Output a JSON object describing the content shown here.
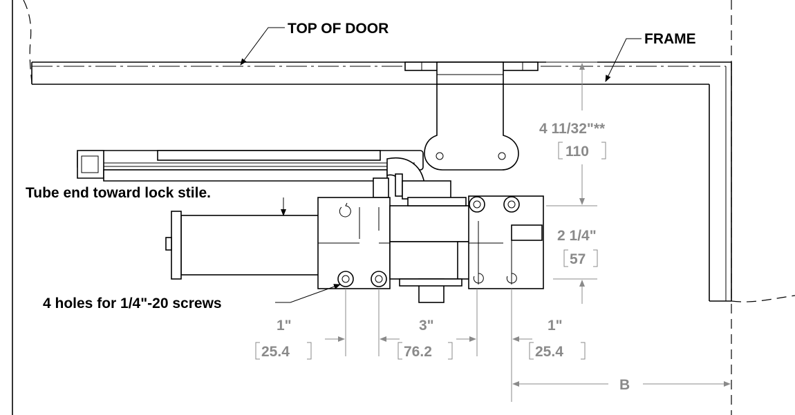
{
  "labels": {
    "top_of_door": "TOP OF DOOR",
    "frame": "FRAME",
    "tube_end": "Tube end toward lock stile.",
    "holes": "4 holes for 1/4\"-20 screws"
  },
  "dimensions": {
    "height_top": {
      "imperial": "4 11/32\"**",
      "metric": "110"
    },
    "height_holes": {
      "imperial": "2 1/4\"",
      "metric": "57"
    },
    "left_spacing": {
      "imperial": "1\"",
      "metric": "25.4"
    },
    "mid_spacing": {
      "imperial": "3\"",
      "metric": "76.2"
    },
    "right_spacing": {
      "imperial": "1\"",
      "metric": "25.4"
    },
    "b": "B"
  },
  "colors": {
    "line": "#000000",
    "dimension": "#8a8a8a",
    "background": "#ffffff"
  }
}
